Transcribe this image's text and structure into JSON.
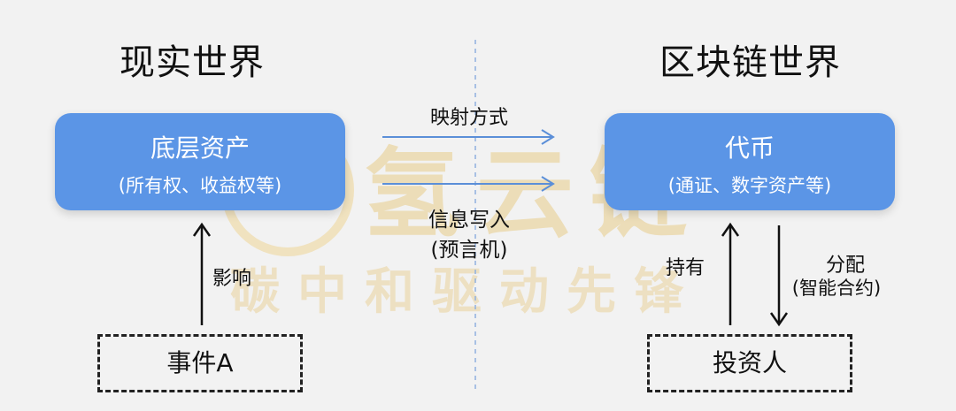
{
  "titles": {
    "left": "现实世界",
    "right": "区块链世界"
  },
  "left_box": {
    "line1": "底层资产",
    "line2": "(所有权、收益权等)"
  },
  "right_box": {
    "line1": "代币",
    "line2": "(通证、数字资产等)"
  },
  "mapping_label": "映射方式",
  "oracle_label": {
    "line1": "信息写入",
    "line2": "(预言机)"
  },
  "influence_label": "影响",
  "event_box": "事件A",
  "hold_label": "持有",
  "distribute_label": {
    "line1": "分配",
    "line2": "(智能合约)"
  },
  "investor_box": "投资人",
  "watermark": {
    "brand": "氢云链",
    "slogan": "碳中和驱动先锋"
  },
  "colors": {
    "box_fill": "#5b95e6",
    "arrow": "#5b8fd8",
    "watermark": "#e8cc8a"
  }
}
